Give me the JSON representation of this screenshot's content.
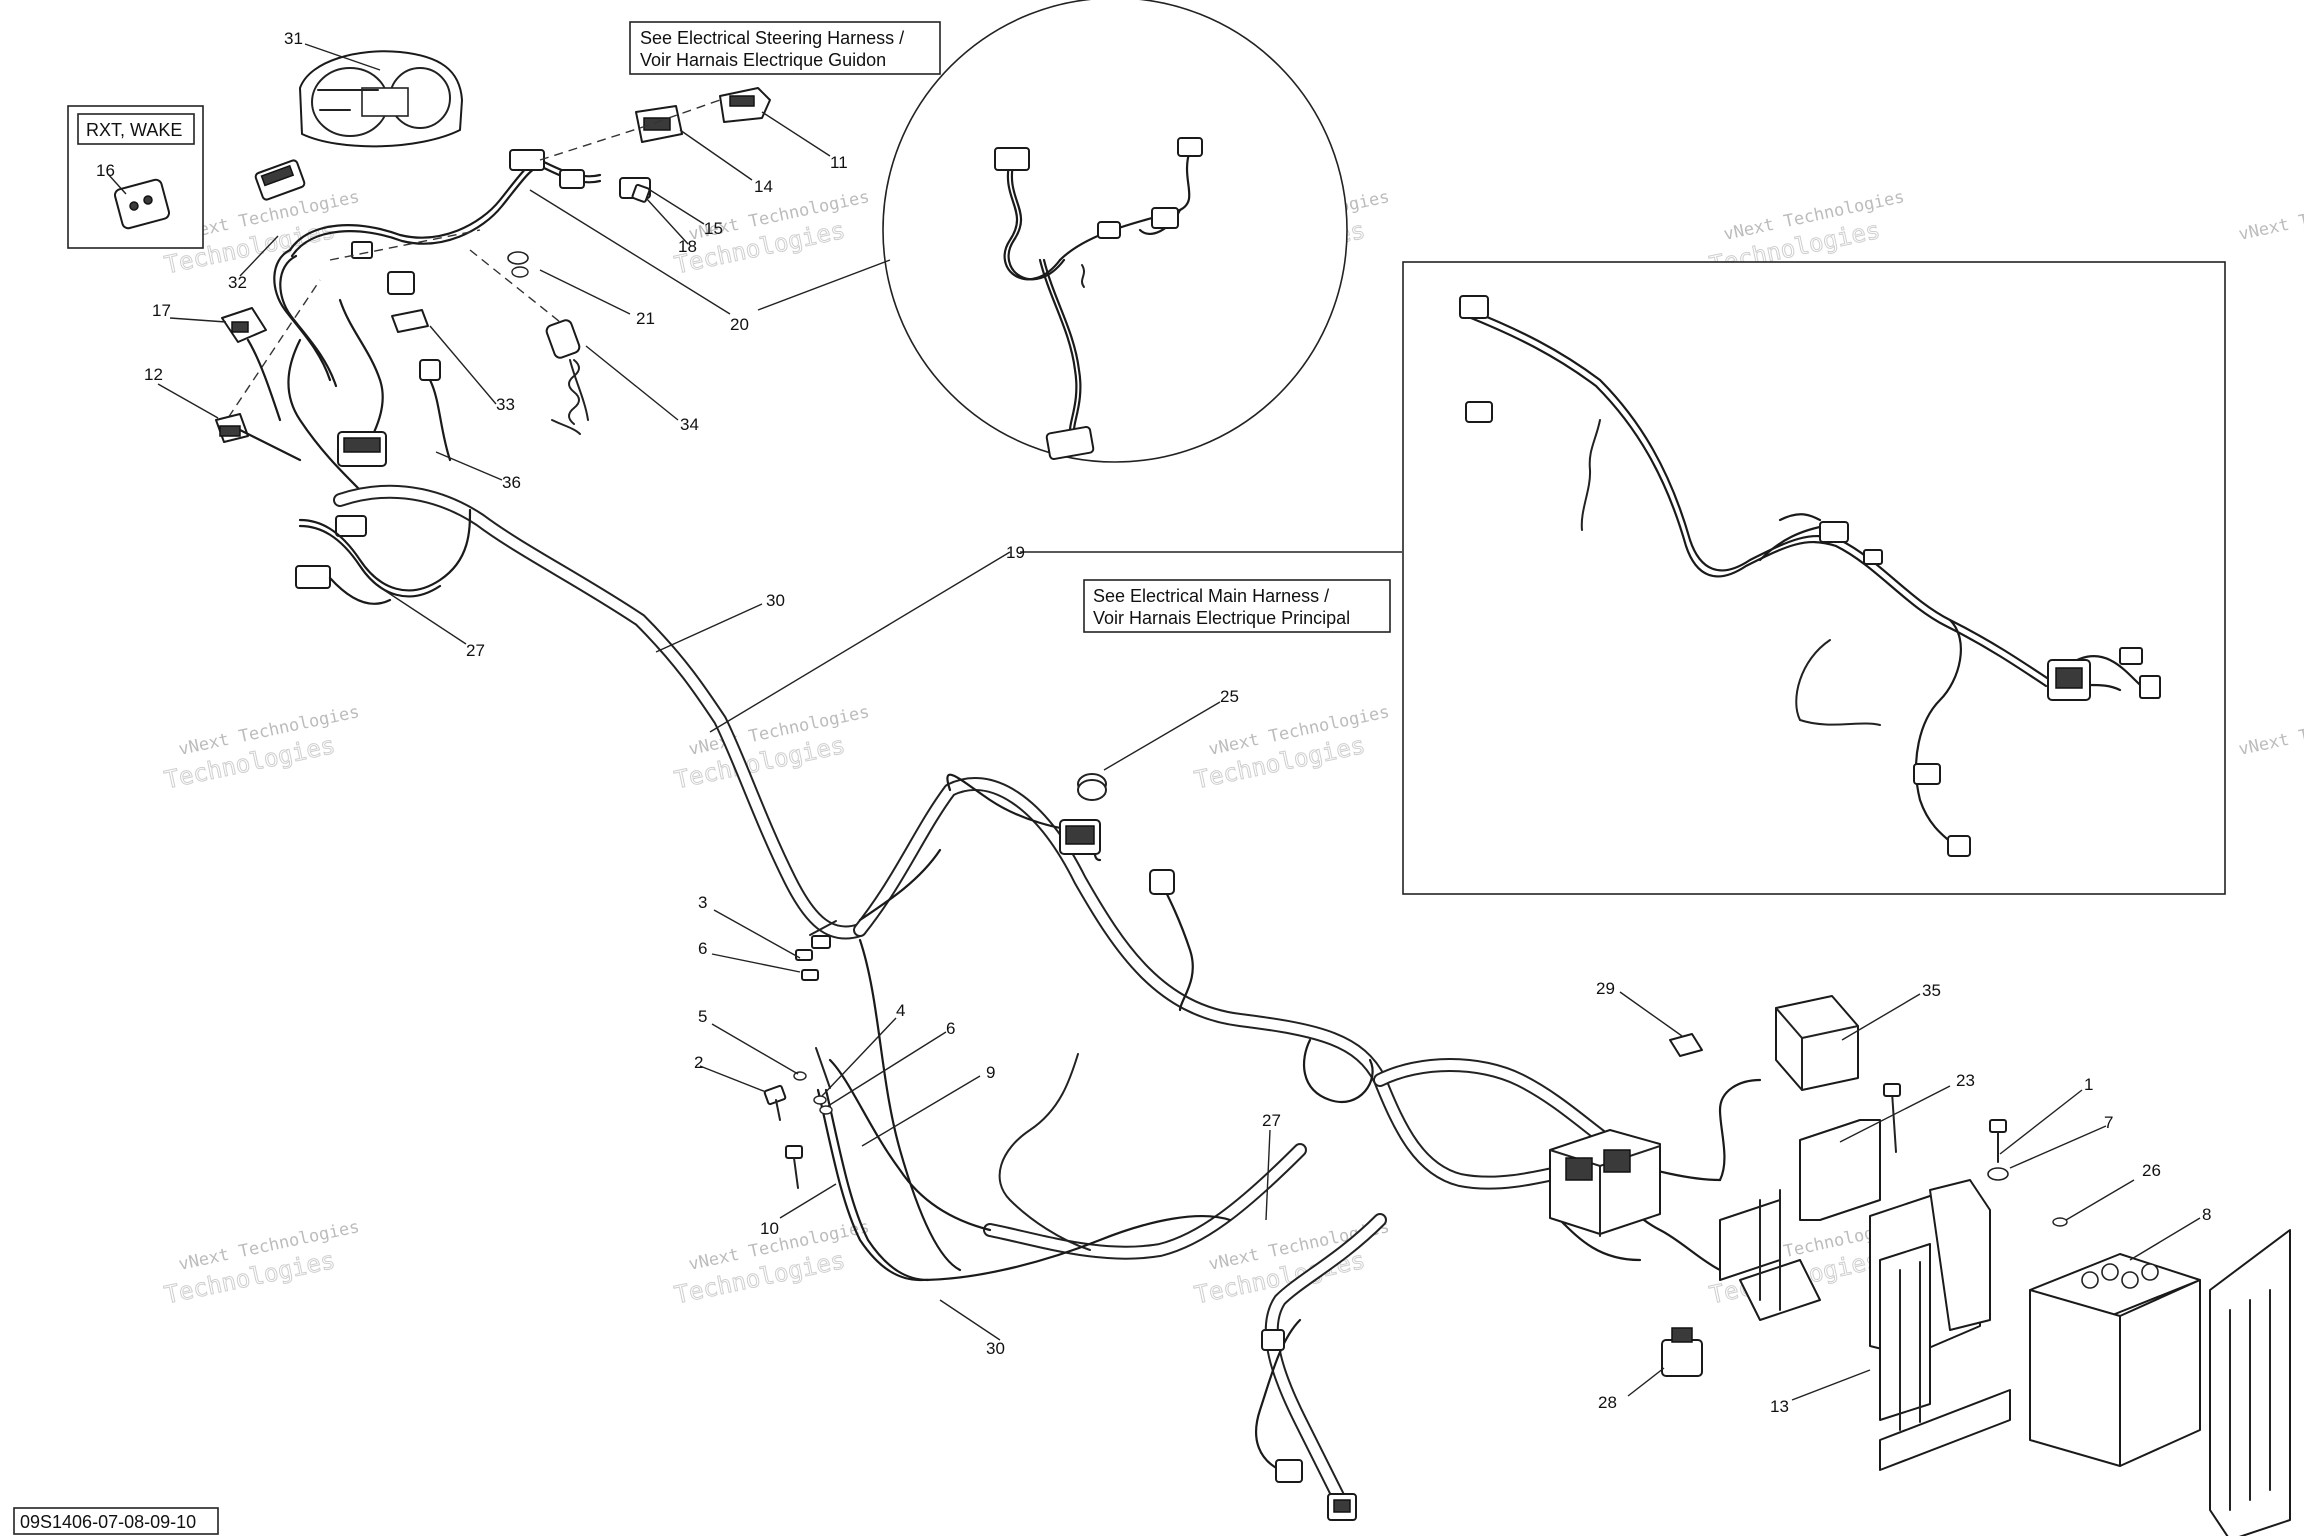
{
  "drawing_code": "09S1406-07-08-09-10",
  "notes": {
    "model_box": "RXT, WAKE",
    "steering_ref_line1": "See Electrical Steering Harness /",
    "steering_ref_line2": "Voir Harnais Electrique Guidon",
    "main_ref_line1": "See Electrical Main Harness /",
    "main_ref_line2": "Voir Harnais Electrique Principal"
  },
  "watermark": {
    "brand": "vNext Technologies",
    "brand_big": "vNext",
    "brand_big2": "Technologies"
  },
  "callouts": [
    {
      "id": "c31",
      "text": "31"
    },
    {
      "id": "c16",
      "text": "16"
    },
    {
      "id": "c11",
      "text": "11"
    },
    {
      "id": "c14",
      "text": "14"
    },
    {
      "id": "c15",
      "text": "15"
    },
    {
      "id": "c18",
      "text": "18"
    },
    {
      "id": "c20",
      "text": "20"
    },
    {
      "id": "c32",
      "text": "32"
    },
    {
      "id": "c17",
      "text": "17"
    },
    {
      "id": "c12",
      "text": "12"
    },
    {
      "id": "c21",
      "text": "21"
    },
    {
      "id": "c33",
      "text": "33"
    },
    {
      "id": "c34",
      "text": "34"
    },
    {
      "id": "c36",
      "text": "36"
    },
    {
      "id": "c19",
      "text": "19"
    },
    {
      "id": "c30a",
      "text": "30"
    },
    {
      "id": "c27a",
      "text": "27"
    },
    {
      "id": "c25",
      "text": "25"
    },
    {
      "id": "c3",
      "text": "3"
    },
    {
      "id": "c6a",
      "text": "6"
    },
    {
      "id": "c5",
      "text": "5"
    },
    {
      "id": "c4",
      "text": "4"
    },
    {
      "id": "c6b",
      "text": "6"
    },
    {
      "id": "c2",
      "text": "2"
    },
    {
      "id": "c9",
      "text": "9"
    },
    {
      "id": "c10",
      "text": "10"
    },
    {
      "id": "c30b",
      "text": "30"
    },
    {
      "id": "c27b",
      "text": "27"
    },
    {
      "id": "c29",
      "text": "29"
    },
    {
      "id": "c35",
      "text": "35"
    },
    {
      "id": "c23",
      "text": "23"
    },
    {
      "id": "c1",
      "text": "1"
    },
    {
      "id": "c7",
      "text": "7"
    },
    {
      "id": "c26",
      "text": "26"
    },
    {
      "id": "c8",
      "text": "8"
    },
    {
      "id": "c28",
      "text": "28"
    },
    {
      "id": "c13",
      "text": "13"
    }
  ]
}
